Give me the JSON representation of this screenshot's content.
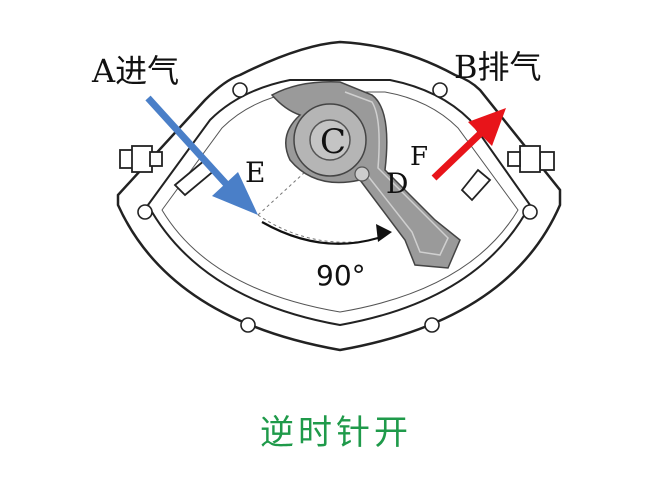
{
  "labels": {
    "inlet": "A进气",
    "exhaust": "B排气",
    "c": "C",
    "d": "D",
    "e": "E",
    "f": "F",
    "angle": "90°"
  },
  "caption": "逆时针开",
  "colors": {
    "inlet_arrow": "#4a7fc8",
    "exhaust_arrow": "#e8141a",
    "caption": "#1f9a4a",
    "outline": "#222222",
    "vane": "#8a8a8a"
  }
}
